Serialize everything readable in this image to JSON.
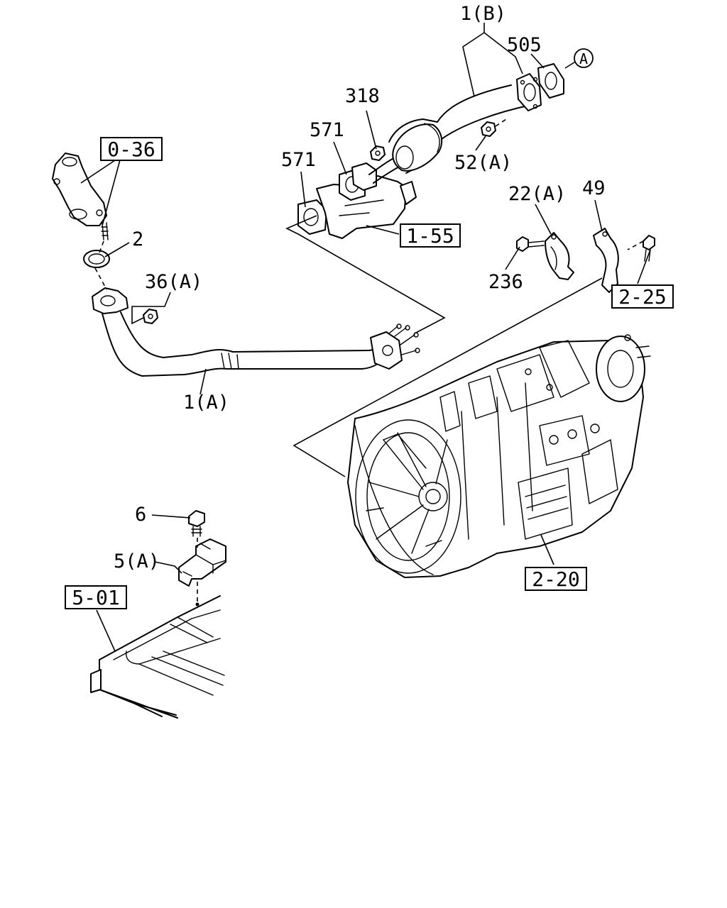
{
  "labels": {
    "exhaust_pipe_rear": "1(B)",
    "gasket_rear": "505",
    "circle_ref": "A",
    "nut_318": "318",
    "gasket_571_a": "571",
    "gasket_571_b": "571",
    "nut_52a": "52(A)",
    "clamp_22a": "22(A)",
    "clamp_49": "49",
    "bolt_236": "236",
    "gasket_2": "2",
    "nut_36a": "36(A)",
    "exhaust_pipe_front": "1(A)",
    "bolt_6": "6",
    "bracket_5a": "5(A)"
  },
  "refs": {
    "manifold": "0-36",
    "muffler": "1-55",
    "mount": "2-25",
    "transmission": "2-20",
    "frame": "5-01"
  }
}
